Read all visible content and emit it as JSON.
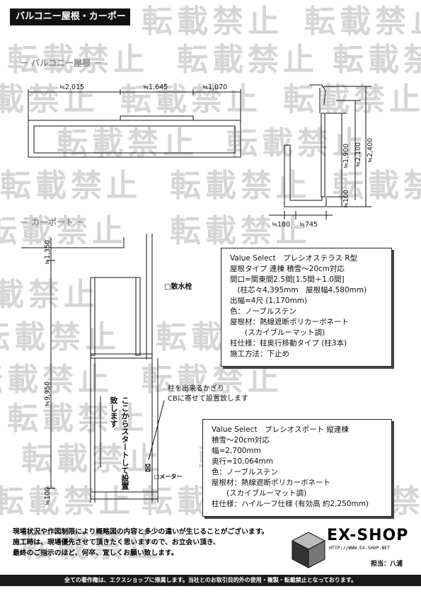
{
  "title": "バルコニー屋根・カーポート",
  "watermark_text": "転載禁止",
  "balcony": {
    "label": "－ バルコニー屋根 －",
    "dims": {
      "w1": "≒2,015",
      "w2": "≒1,645",
      "w3": "≒1,070",
      "h1": "≒1,900",
      "h2": "≒2,100",
      "h3": "≒2,400",
      "h4": "≒100",
      "b1": "≒180",
      "b2": "≒745"
    }
  },
  "carport": {
    "label": "－ カーポート －",
    "dims": {
      "top": "≒1,350",
      "length": "≒9,950",
      "bottom": "≒100"
    },
    "drain_label": "□散水栓",
    "meter_label": "□メーター",
    "start_text": "ここからスタートして設置致します",
    "pillar_note": [
      "柱を出来るかぎり",
      "CBに寄せて設置致します"
    ]
  },
  "spec1": {
    "lines": [
      "Value Select　プレシオステラス R型",
      "屋根タイプ 連棟 積雪～20cm対応",
      "間口=関東間2.5間[1.5間＋1.0間]",
      "　(柱芯々4,395mm　屋根幅4,580mm)",
      "出幅=4尺 (1,170mm)",
      "色：ノーブルステン",
      "屋根材：熱線遮断ポリカーボネート",
      "　　(スカイブルーマット調)",
      "柱仕様：柱奥行移動タイプ (柱3本)",
      "施工方法：下止め"
    ]
  },
  "spec2": {
    "lines": [
      "Value Select　プレシオスポート 縦連棟",
      "積雪～20cm対応",
      "幅=2,700mm",
      "奥行=10,064mm",
      "色：ノーブルステン",
      "屋根材：熱線遮断ポリカーボネート",
      "　　(スカイブルーマット調)",
      "柱仕様：ハイルーフ仕様 (有効高 約2,250mm)"
    ]
  },
  "footer": {
    "notes": [
      "現場状況や作図制限により概略図の内容と多少の違いが生じることがございます。",
      "施工時は、現場優先させて頂きたく思いますので、お立会い頂き、",
      "最終のご指示のほど、何卒、宜しくお願い致します。"
    ],
    "copyright": "全ての著作権は、エクスショップに帰属します。当社とのお取引目的外の使用・複製・転載禁止となっております。",
    "logo": "EX-SHOP",
    "url": "HTTP://WWW.EX-SHOP.NET",
    "tanto": "担当：八浦"
  }
}
